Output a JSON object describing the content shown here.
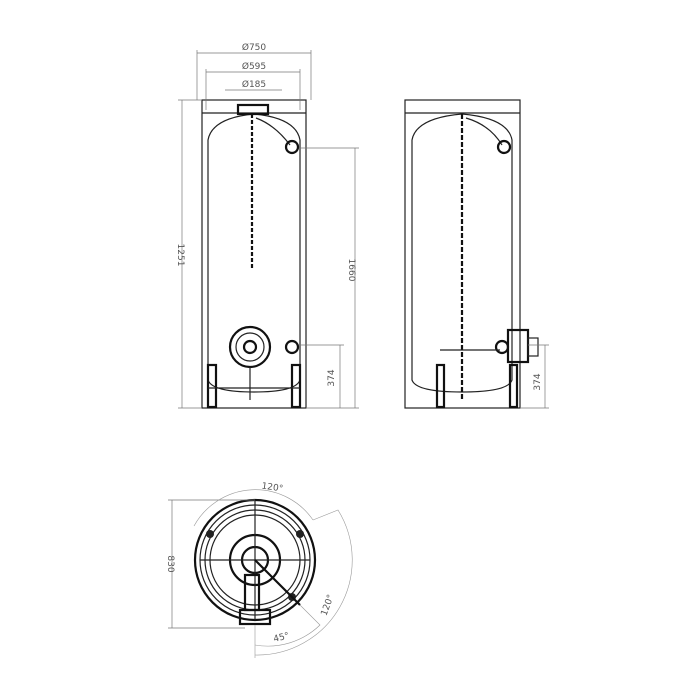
{
  "dimensions": {
    "outer_diameter": "Ø750",
    "tank_diameter": "Ø595",
    "flange_diameter": "Ø185",
    "total_height": "1251",
    "sensor_height": "1660",
    "connection_height_front": "374",
    "connection_height_side": "374",
    "top_view_depth": "830",
    "angle_top": "120°",
    "angle_right": "120°",
    "angle_bottom": "45°"
  },
  "colors": {
    "line": "#222222",
    "dimension": "#777777"
  }
}
